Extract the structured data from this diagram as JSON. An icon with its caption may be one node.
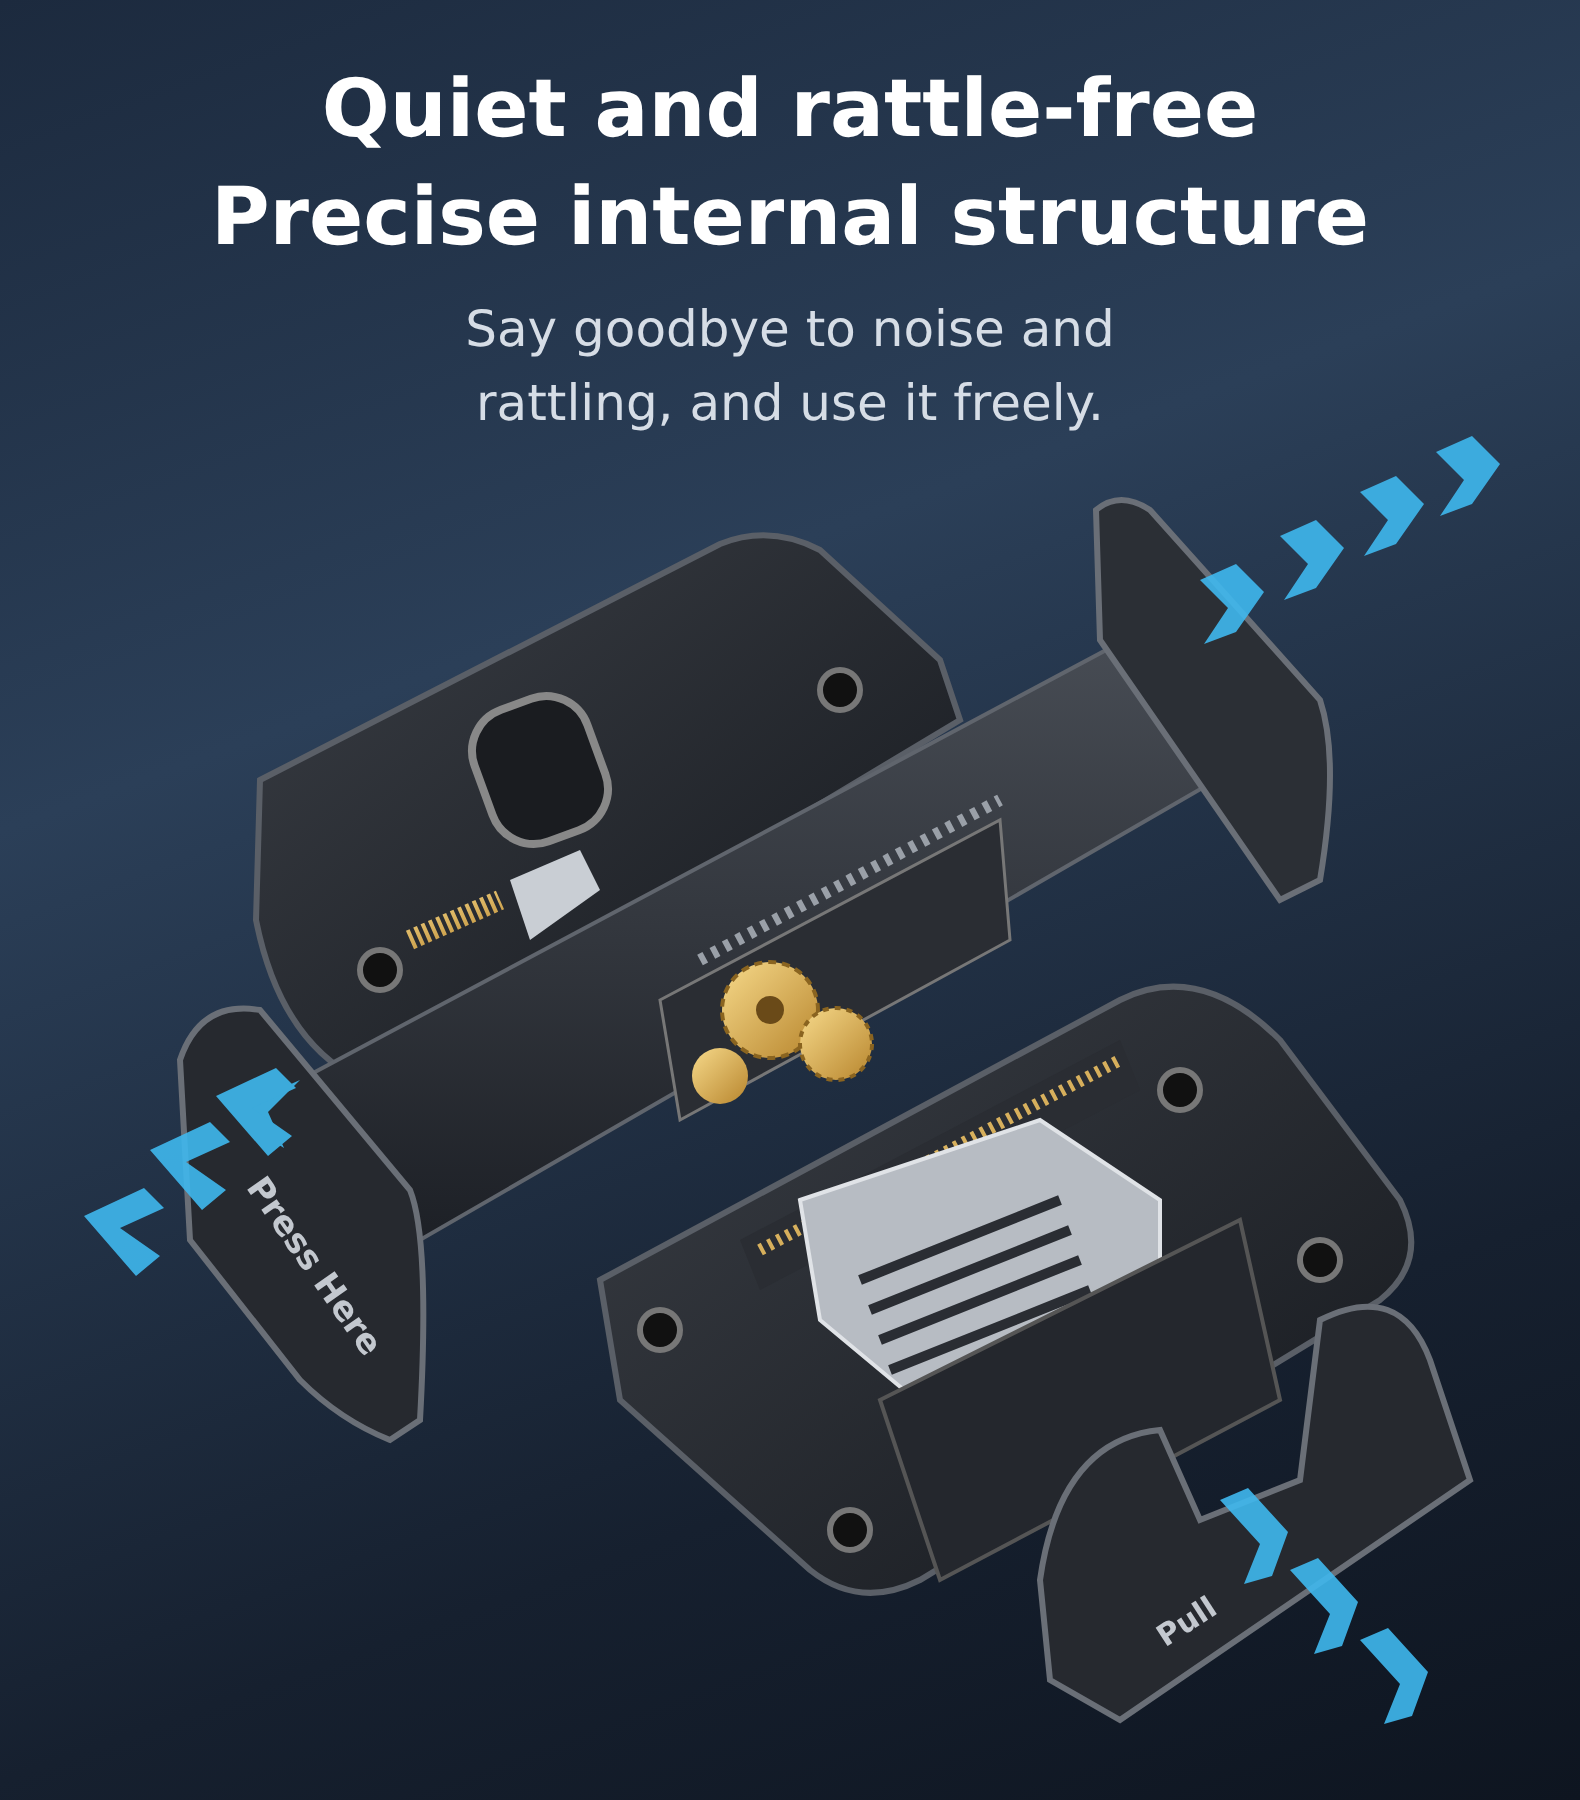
{
  "diagram": {
    "title": "Quiet and rattle-free Precise internal structure",
    "labels": [
      "Say goodbye to noise and rattling, and use it freely.",
      "Press Here",
      "Pull"
    ]
  }
}
